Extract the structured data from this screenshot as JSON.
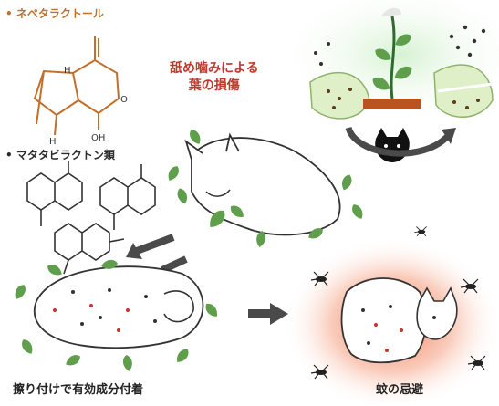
{
  "labels": {
    "nepetalactol": "• ネペタラクトール",
    "matatabilactones": "• マタタビラクトン類",
    "damage_line1": "舐め噛みによる",
    "damage_line2": "葉の損傷",
    "rubbing": "擦り付けで有効成分付着",
    "mosquito_avoidance": "蚊の忌避"
  },
  "chem": {
    "atom_h1": "H",
    "atom_h2": "H",
    "atom_o": "O",
    "atom_oh": "OH"
  },
  "colors": {
    "nepetalactol_label": "#c0702a",
    "damage_label": "#c0392b",
    "leaf": "#5f9e4a",
    "arrow": "#4a4a4a",
    "mosquito_glow": "#e8603c"
  }
}
